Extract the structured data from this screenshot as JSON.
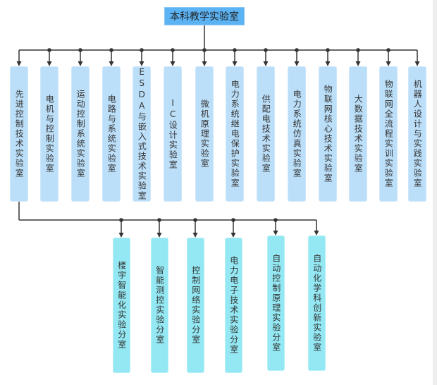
{
  "root": {
    "label": "本科教学实验室"
  },
  "labs": [
    "先进控制技术实验室",
    "电机与控制实验室",
    "运动控制系统实验室",
    "电路与系统实验室",
    "ESDA与嵌入式技术实验室",
    "IC设计实验室",
    "微机原理实验室",
    "电力系统继电保护实验室",
    "供配电技术实验室",
    "电力系统仿真实验室",
    "物联网核心技术实验室",
    "大数据技术实验室",
    "物联网全流程实训实验室",
    "机器人设计与实践实验室"
  ],
  "sub_labs": [
    "楼宇智能化实验分室",
    "智能测控实验分室",
    "控制网络实验分室",
    "电力电子技术实验分室",
    "自动控制原理实验分室",
    "自动化学科创新实验室"
  ],
  "colors": {
    "root": "#5cb3f3",
    "lab": "#bcdff9",
    "sub_lab": "#93e8f3",
    "line": "#333333"
  }
}
